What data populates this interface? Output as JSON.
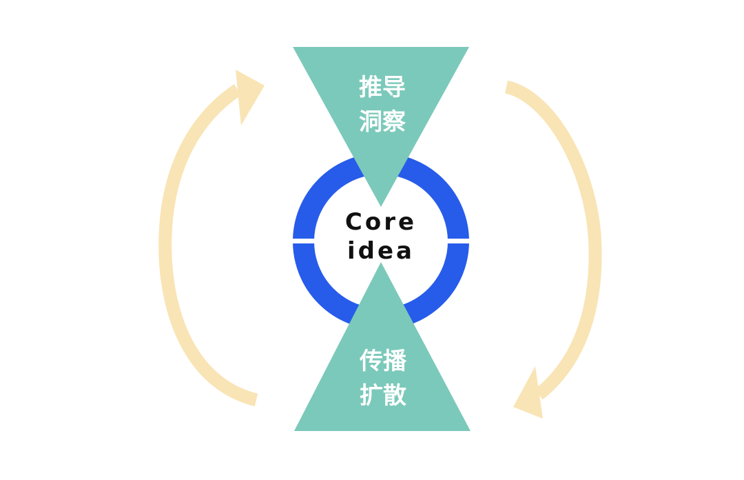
{
  "colors": {
    "background": "#ffffff",
    "ring": "#275cea",
    "triangle": "#7bc9ba",
    "arrow": "#f9e4b5",
    "triangle_text": "#ffffff",
    "core_text": "#111111"
  },
  "center": {
    "line1": "Core",
    "line2": "idea"
  },
  "top_node": {
    "line1": "推导",
    "line2": "洞察"
  },
  "bottom_node": {
    "line1": "传播",
    "line2": "扩散"
  },
  "cycle": {
    "left_arrow_direction": "up",
    "right_arrow_direction": "down"
  }
}
